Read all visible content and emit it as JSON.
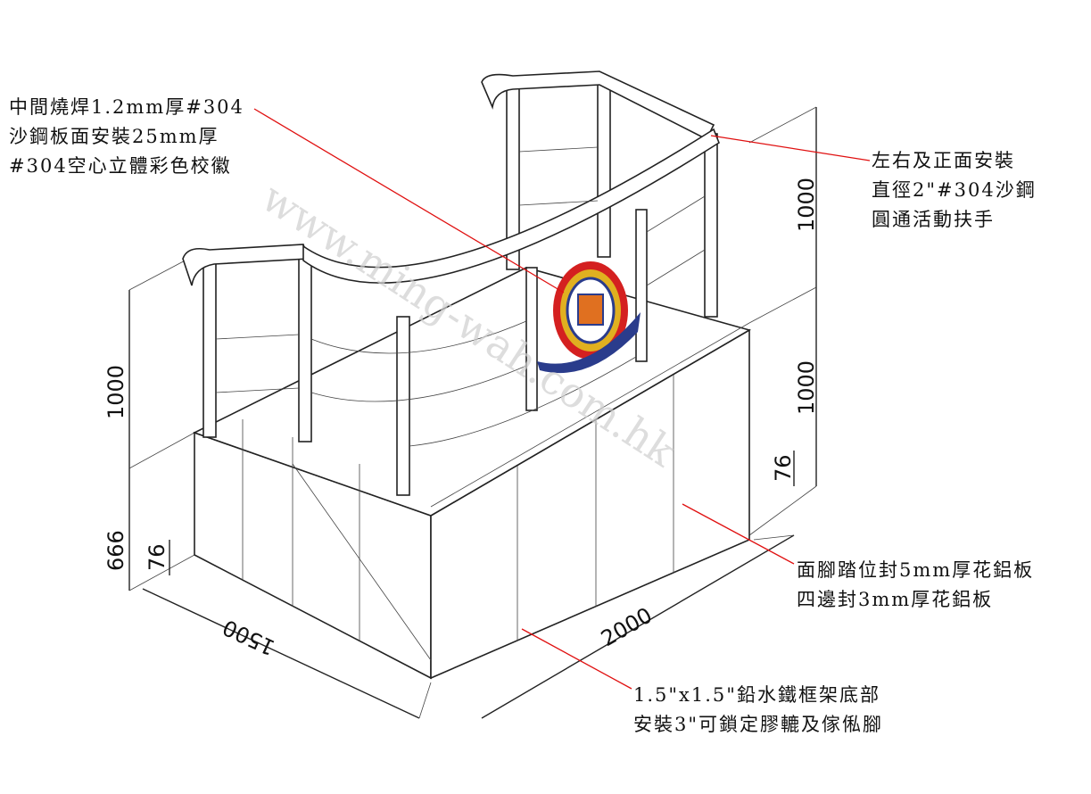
{
  "notes": {
    "logo_note": [
      "中間燒焊1.2mm厚#304",
      "沙鋼板面安裝25mm厚",
      "#304空心立體彩色校徽"
    ],
    "handrail_note": [
      "左右及正面安裝",
      "直徑2\"#304沙鋼",
      "圓通活動扶手"
    ],
    "panel_note": [
      "面腳踏位封5mm厚花鋁板",
      "四邊封3mm厚花鋁板"
    ],
    "frame_note": [
      "1.5\"x1.5\"鉛水鐵框架底部",
      "安裝3\"可鎖定膠轆及傢俬腳"
    ]
  },
  "dimensions": {
    "left_rail_height": "1000",
    "left_base_height": "666",
    "left_plinth": "76",
    "right_rail_height": "1000",
    "right_mid_height": "1000",
    "right_plinth": "76",
    "depth": "1500",
    "width": "2000"
  },
  "watermark": "www.ming-wah.com.hk",
  "colors": {
    "leader": "#e01010",
    "logo_red": "#d42020",
    "logo_gold": "#e0b020",
    "logo_blue": "#2a3c8c"
  }
}
